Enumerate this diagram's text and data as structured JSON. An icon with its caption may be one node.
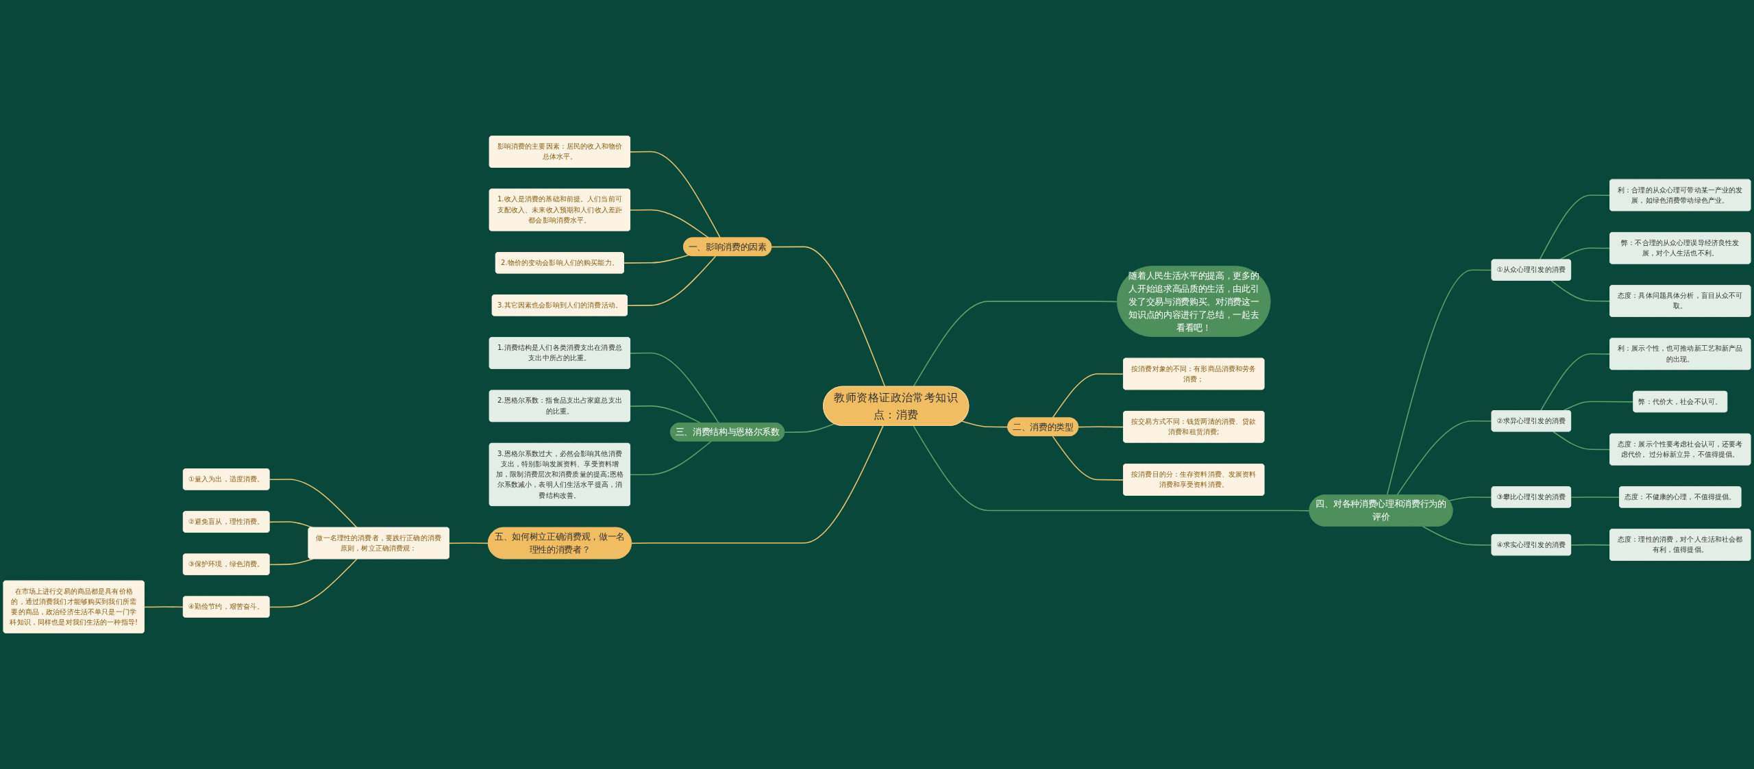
{
  "diagram": {
    "nodes": [
      {
        "text": [
          "教师资格证政治常考知识点：消费"
        ]
      },
      {
        "text": [
          "随着人民生活水平的提高，更多的人开始追求高品质的生活，由此引发了交易与消费购买。对消费这一知识点的内容进行了总结，一起去看看吧！"
        ]
      },
      {
        "text": [
          "一、影响消费的因素"
        ]
      },
      {
        "text": [
          "影响消费的主要因素：居民的收入和物价总体水平。"
        ]
      },
      {
        "text": [
          "1.收入是消费的基础和前提。人们当前可支配收入、未来收入预期和人们收入差距都会影响消费水平。"
        ]
      },
      {
        "text": [
          "2.物价的变动会影响人们的购买能力。"
        ]
      },
      {
        "text": [
          "3.其它因素也会影响到人们的消费活动。"
        ]
      },
      {
        "text": [
          "二、消费的类型"
        ]
      },
      {
        "text": [
          "按消费对象的不同：有形商品消费和劳务消费；"
        ]
      },
      {
        "text": [
          "按交易方式不同：钱货两清的消费、贷款消费和租赁消费;"
        ]
      },
      {
        "text": [
          "按消费目的分：生存资料消费、发展资料消费和享受资料消费。"
        ]
      },
      {
        "text": [
          "三、消费结构与恩格尔系数"
        ]
      },
      {
        "text": [
          "1.消费结构是人们各类消费支出在消费总支出中所占的比重。"
        ]
      },
      {
        "text": [
          "2.恩格尔系数：指食品支出占家庭总支出的比重。"
        ]
      },
      {
        "text": [
          "3.恩格尔系数过大，必然会影响其他消费支出，特别影响发展资料、享受资料增加，限制消费层次和消费质量的提高;恩格尔系数减小，表明人们生活水平提高，消费结构改善。"
        ]
      },
      {
        "text": [
          "四、对各种消费心理和消费行为的评价"
        ]
      },
      {
        "text": [
          "①从众心理引发的消费"
        ]
      },
      {
        "text": [
          "利：合理的从众心理可带动某一产业的发展，如绿色消费带动绿色产业。"
        ]
      },
      {
        "text": [
          "弊：不合理的从众心理误导经济良性发展，对个人生活也不利。"
        ]
      },
      {
        "text": [
          "态度：具体问题具体分析，盲目从众不可取。"
        ]
      },
      {
        "text": [
          "②求异心理引发的消费"
        ]
      },
      {
        "text": [
          "利：展示个性，也可推动新工艺和新产品的出现。"
        ]
      },
      {
        "text": [
          "弊：代价大，社会不认可。"
        ]
      },
      {
        "text": [
          "态度：展示个性要考虑社会认可，还要考虑代价。过分标新立异，不值得提倡。"
        ]
      },
      {
        "text": [
          "③攀比心理引发的消费"
        ]
      },
      {
        "text": [
          "态度：不健康的心理，不值得提倡。"
        ]
      },
      {
        "text": [
          "④求实心理引发的消费"
        ]
      },
      {
        "text": [
          "态度：理性的消费，对个人生活和社会都有利，值得提倡。"
        ]
      },
      {
        "text": [
          "五、如何树立正确消费观，做一名理性的消费者？"
        ]
      },
      {
        "text": [
          "做一名理性的消费者，要践行正确的消费原则，树立正确消费观："
        ]
      },
      {
        "text": [
          "①量入为出，适度消费。"
        ]
      },
      {
        "text": [
          "②避免盲从，理性消费。"
        ]
      },
      {
        "text": [
          "③保护环境，绿色消费。"
        ]
      },
      {
        "text": [
          "④勤俭节约，艰苦奋斗。"
        ]
      },
      {
        "text": [
          "在市场上进行交易的商品都是具有价格的，通过消费我们才能够购买到我们所需要的商品，政治经济生活不单只是一门学科知识，同样也是对我们生活的一种指导!"
        ]
      }
    ],
    "edges": [
      {
        "from": 0,
        "to": 1,
        "arrow": "none"
      },
      {
        "from": 2,
        "to": 0,
        "arrow": "none",
        "color": "#e8c36f"
      },
      {
        "from": 3,
        "to": 2,
        "arrow": "none",
        "color": "#e8c36f"
      },
      {
        "from": 4,
        "to": 2,
        "arrow": "none",
        "color": "#e8c36f"
      },
      {
        "from": 5,
        "to": 2,
        "arrow": "none",
        "color": "#e8c36f"
      },
      {
        "from": 6,
        "to": 2,
        "arrow": "none",
        "color": "#e8c36f"
      },
      {
        "from": 0,
        "to": 7,
        "arrow": "none",
        "color": "#e8c36f"
      },
      {
        "from": 7,
        "to": 8,
        "arrow": "none",
        "color": "#e8c36f"
      },
      {
        "from": 7,
        "to": 9,
        "arrow": "none",
        "color": "#e8c36f"
      },
      {
        "from": 7,
        "to": 10,
        "arrow": "none",
        "color": "#e8c36f"
      },
      {
        "from": 11,
        "to": 0,
        "arrow": "none"
      },
      {
        "from": 12,
        "to": 11,
        "arrow": "none"
      },
      {
        "from": 13,
        "to": 11,
        "arrow": "none"
      },
      {
        "from": 14,
        "to": 11,
        "arrow": "none"
      },
      {
        "from": 0,
        "to": 15,
        "arrow": "none"
      },
      {
        "from": 15,
        "to": 16,
        "arrow": "none"
      },
      {
        "from": 16,
        "to": 17,
        "arrow": "none"
      },
      {
        "from": 16,
        "to": 18,
        "arrow": "none"
      },
      {
        "from": 16,
        "to": 19,
        "arrow": "none"
      },
      {
        "from": 15,
        "to": 20,
        "arrow": "none"
      },
      {
        "from": 20,
        "to": 21,
        "arrow": "none"
      },
      {
        "from": 20,
        "to": 22,
        "arrow": "none"
      },
      {
        "from": 20,
        "to": 23,
        "arrow": "none"
      },
      {
        "from": 15,
        "to": 24,
        "arrow": "none"
      },
      {
        "from": 24,
        "to": 25,
        "arrow": "none"
      },
      {
        "from": 15,
        "to": 26,
        "arrow": "none"
      },
      {
        "from": 26,
        "to": 27,
        "arrow": "none"
      },
      {
        "from": 28,
        "to": 0,
        "arrow": "none",
        "color": "#e8c36f"
      },
      {
        "from": 29,
        "to": 28,
        "arrow": "none",
        "color": "#e8c36f"
      },
      {
        "from": 30,
        "to": 29,
        "arrow": "none",
        "color": "#e8c36f"
      },
      {
        "from": 31,
        "to": 29,
        "arrow": "none",
        "color": "#e8c36f"
      },
      {
        "from": 32,
        "to": 29,
        "arrow": "none",
        "color": "#e8c36f"
      },
      {
        "from": 33,
        "to": 29,
        "arrow": "none",
        "color": "#e8c36f"
      },
      {
        "from": 34,
        "to": 33,
        "arrow": "none",
        "color": "#e8c36f"
      }
    ]
  }
}
